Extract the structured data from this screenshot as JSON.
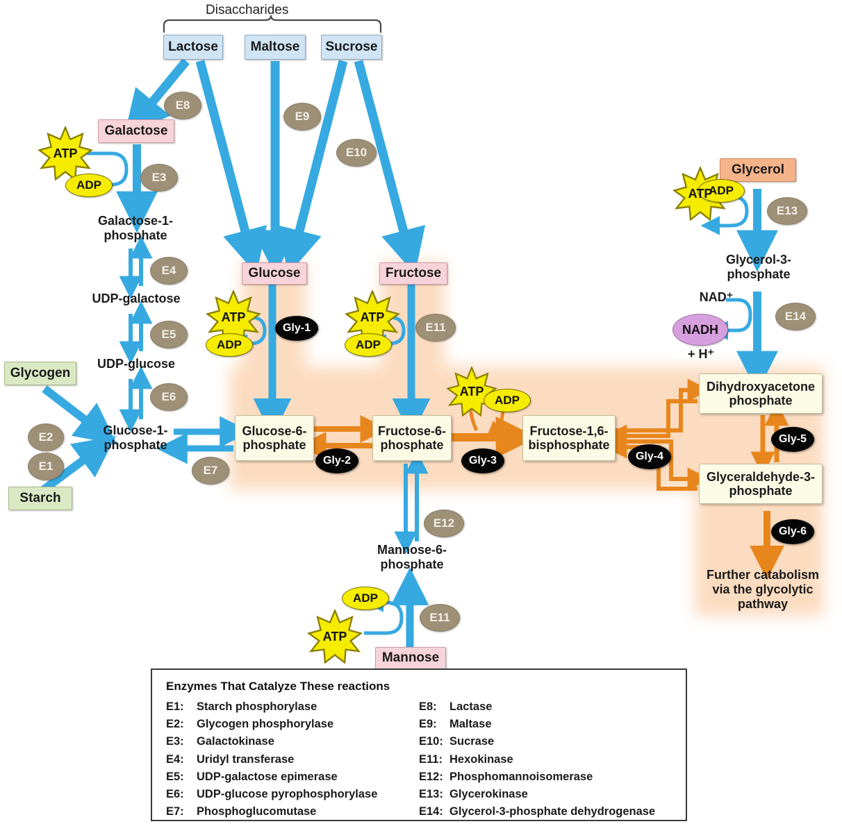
{
  "diagram": {
    "title": "Disaccharides",
    "colors": {
      "disaccharide_box": "#cfe4f5",
      "sugar_box": "#f7d3da",
      "polysaccharide_box": "#dbe8c4",
      "glycerol_box": "#f5b389",
      "intermediate_box": "#fbfbe6",
      "blue_arrow": "#36a9e1",
      "orange_arrow": "#e8861e",
      "enzyme_oval": "#9d9076",
      "gly_oval": "#060606",
      "atp_yellow": "#f5ec00",
      "nadh_purple": "#d69fdd",
      "glycolysis_highlight": "#fbdcc0"
    }
  },
  "nodes": {
    "lactose": "Lactose",
    "maltose": "Maltose",
    "sucrose": "Sucrose",
    "galactose": "Galactose",
    "galactose_1_phosphate": "Galactose-1-\nphosphate",
    "udp_galactose": "UDP-galactose",
    "udp_glucose": "UDP-glucose",
    "glycogen": "Glycogen",
    "starch": "Starch",
    "glucose_1_phosphate": "Glucose-1-\nphosphate",
    "glucose": "Glucose",
    "fructose": "Fructose",
    "glucose_6_phosphate": "Glucose-6-\nphosphate",
    "fructose_6_phosphate": "Fructose-6-\nphosphate",
    "fructose_1_6_bisphosphate": "Fructose-1,6-\nbisphosphate",
    "mannose": "Mannose",
    "mannose_6_phosphate": "Mannose-6-\nphosphate",
    "glycerol": "Glycerol",
    "glycerol_3_phosphate": "Glycerol-3-\nphosphate",
    "dihydroxyacetone_phosphate": "Dihydroxyacetone\nphosphate",
    "glyceraldehyde_3_phosphate": "Glyceraldehyde-3-\nphosphate",
    "further_catabolism": "Further catabolism\nvia the glycolytic\npathway"
  },
  "cofactors": {
    "atp": "ATP",
    "adp": "ADP",
    "nad_plus": "NAD⁺",
    "nadh": "NADH",
    "plus_h": "+ H⁺"
  },
  "enzyme_markers": {
    "e1": "E1",
    "e2": "E2",
    "e3": "E3",
    "e4": "E4",
    "e5": "E5",
    "e6": "E6",
    "e7": "E7",
    "e8": "E8",
    "e9": "E9",
    "e10": "E10",
    "e11": "E11",
    "e11b": "E11",
    "e12": "E12",
    "e13": "E13",
    "e14": "E14"
  },
  "glycolysis_markers": {
    "gly1": "Gly-1",
    "gly2": "Gly-2",
    "gly3": "Gly-3",
    "gly4": "Gly-4",
    "gly5": "Gly-5",
    "gly6": "Gly-6"
  },
  "legend": {
    "title": "Enzymes That Catalyze These reactions",
    "left": [
      {
        "code": "E1:",
        "name": "Starch phosphorylase"
      },
      {
        "code": "E2:",
        "name": "Glycogen phosphorylase"
      },
      {
        "code": "E3:",
        "name": "Galactokinase"
      },
      {
        "code": "E4:",
        "name": "Uridyl transferase"
      },
      {
        "code": "E5:",
        "name": "UDP-galactose epimerase"
      },
      {
        "code": "E6:",
        "name": "UDP-glucose pyrophosphorylase"
      },
      {
        "code": "E7:",
        "name": "Phosphoglucomutase"
      }
    ],
    "right": [
      {
        "code": "E8:",
        "name": "Lactase"
      },
      {
        "code": "E9:",
        "name": "Maltase"
      },
      {
        "code": "E10:",
        "name": "Sucrase"
      },
      {
        "code": "E11:",
        "name": "Hexokinase"
      },
      {
        "code": "E12:",
        "name": "Phosphomannoisomerase"
      },
      {
        "code": "E13:",
        "name": "Glycerokinase"
      },
      {
        "code": "E14:",
        "name": "Glycerol-3-phosphate dehydrogenase"
      }
    ]
  }
}
